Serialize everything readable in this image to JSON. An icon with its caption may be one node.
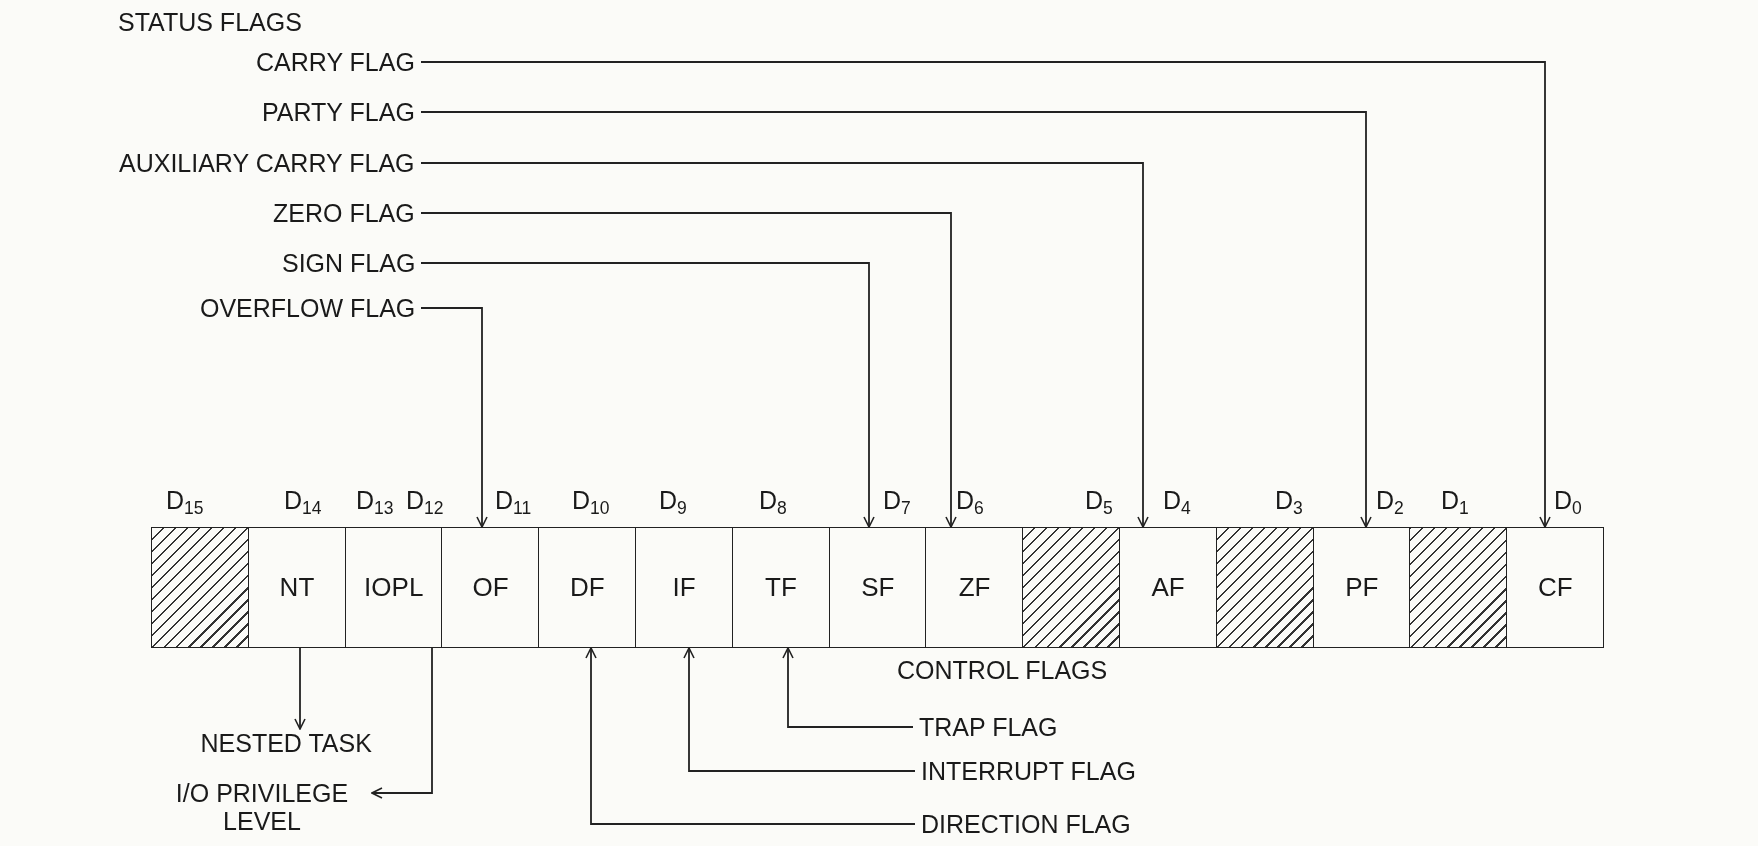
{
  "diagram": {
    "nodes": [
      {
        "text": [
          "CARRY FLAG"
        ]
      },
      {
        "text": [
          "PARTY FLAG"
        ]
      },
      {
        "text": [
          "AUXILIARY CARRY FLAG"
        ]
      },
      {
        "text": [
          "ZERO FLAG"
        ]
      },
      {
        "text": [
          "SIGN FLAG"
        ]
      },
      {
        "text": [
          "OVERFLOW FLAG"
        ]
      },
      {
        "text": [],
        "shape": "box"
      },
      {
        "text": [
          "NT"
        ]
      },
      {
        "text": [
          "IOPL"
        ]
      },
      {
        "text": [
          "OF"
        ]
      },
      {
        "text": [
          "DF"
        ]
      },
      {
        "text": [
          "IF"
        ]
      },
      {
        "text": [
          "TF"
        ]
      },
      {
        "text": [
          "SF"
        ]
      },
      {
        "text": [
          "ZF"
        ]
      },
      {
        "text": [],
        "shape": "box"
      },
      {
        "text": [
          "AF"
        ]
      },
      {
        "text": [],
        "shape": "box"
      },
      {
        "text": [
          "PF"
        ]
      },
      {
        "text": [],
        "shape": "box"
      },
      {
        "text": [
          "CF"
        ]
      },
      {
        "text": [
          "NESTED TASK"
        ]
      },
      {
        "text": [
          "I/O PRIVILEGE LEVEL"
        ]
      },
      {
        "text": [
          "TRAP FLAG"
        ]
      },
      {
        "text": [
          "INTERRUPT FLAG"
        ]
      },
      {
        "text": [
          "DIRECTION FLAG"
        ]
      }
    ],
    "edges": [
      {
        "from": 0,
        "to": 20,
        "arrow": "to"
      },
      {
        "from": 1,
        "to": 18,
        "arrow": "to"
      },
      {
        "from": 2,
        "to": 16,
        "arrow": "to"
      },
      {
        "from": 3,
        "to": 14,
        "arrow": "to"
      },
      {
        "from": 4,
        "to": 13,
        "arrow": "to"
      },
      {
        "from": 5,
        "to": 9,
        "arrow": "to"
      },
      {
        "from": 7,
        "to": 21,
        "arrow": "to"
      },
      {
        "from": 8,
        "to": 22,
        "arrow": "to"
      },
      {
        "from": 23,
        "to": 12,
        "arrow": "to"
      },
      {
        "from": 24,
        "to": 11,
        "arrow": "to"
      },
      {
        "from": 25,
        "to": 10,
        "arrow": "to"
      }
    ],
    "labels": [
      "STATUS FLAGS",
      "D$_{15}$",
      "D$_{14}$",
      "D$_{13}$",
      "D$_{12}$",
      "D$_{11}$",
      "D$_{10}$",
      "D$_{9}$",
      "D$_{8}$",
      "D$_{7}$",
      "D$_{6}$",
      "D$_{5}$",
      "D$_{4}$",
      "D$_{3}$",
      "D$_{2}$",
      "D$_{1}$",
      "D$_{0}$",
      "CONTROL FLAGS"
    ]
  }
}
